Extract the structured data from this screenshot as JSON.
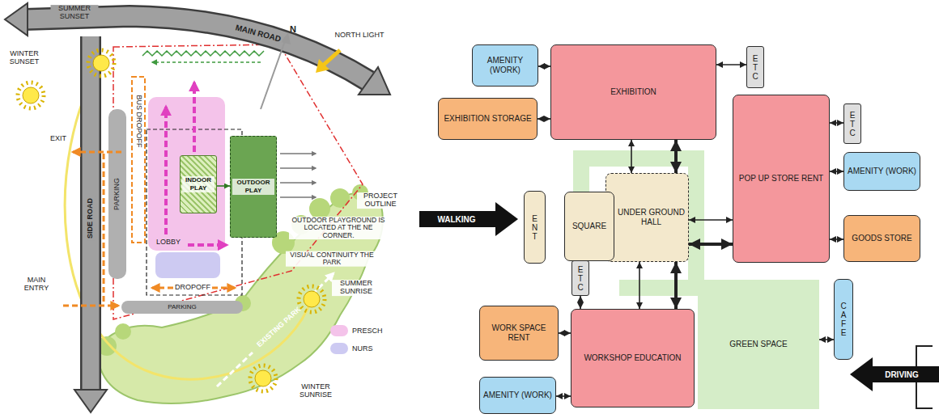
{
  "diagram": {
    "nodes": [
      {
        "text": [
          "INDOOR PLAY"
        ]
      },
      {
        "text": [
          "OUTDOOR PLAY"
        ]
      },
      {
        "text": [
          "AMENITY (WORK)"
        ]
      },
      {
        "text": [
          "EXHIBITION"
        ]
      },
      {
        "text": [
          "ETC"
        ]
      },
      {
        "text": [
          "EXHIBITION STORAGE"
        ]
      },
      {
        "text": [
          "POP UP STORE RENT"
        ]
      },
      {
        "text": [
          "ETC"
        ]
      },
      {
        "text": [
          "AMENITY (WORK)"
        ]
      },
      {
        "text": [
          "GOODS STORE"
        ]
      },
      {
        "text": [
          "ENT"
        ]
      },
      {
        "text": [
          "SQUARE"
        ]
      },
      {
        "text": [
          "UNDER GROUND HALL"
        ]
      },
      {
        "text": [
          "ETC"
        ]
      },
      {
        "text": [
          "WORK SPACE RENT"
        ]
      },
      {
        "text": [
          "WORKSHOP EDUCATION"
        ]
      },
      {
        "text": [
          "CAFE"
        ]
      },
      {
        "text": [
          "GREEN SPACE"
        ]
      },
      {
        "text": [
          "AMENITY (WORK)"
        ]
      }
    ],
    "edges": [
      {
        "from": 0,
        "to": 1,
        "arrow": "to"
      },
      {
        "from": 2,
        "to": 3,
        "arrow": "both"
      },
      {
        "from": 3,
        "to": 4,
        "arrow": "both"
      },
      {
        "from": 5,
        "to": 3,
        "arrow": "both"
      },
      {
        "from": 3,
        "to": 12,
        "arrow": "both"
      },
      {
        "from": 3,
        "to": 12,
        "arrow": "both"
      },
      {
        "from": 6,
        "to": 7,
        "arrow": "both"
      },
      {
        "from": 6,
        "to": 8,
        "arrow": "both"
      },
      {
        "from": 6,
        "to": 9,
        "arrow": "both"
      },
      {
        "from": 12,
        "to": 6,
        "arrow": "both"
      },
      {
        "from": 12,
        "to": 6,
        "arrow": "both"
      },
      {
        "from": 12,
        "to": 15,
        "arrow": "both"
      },
      {
        "from": 12,
        "to": 15,
        "arrow": "both"
      },
      {
        "from": 13,
        "to": 15,
        "arrow": "both"
      },
      {
        "from": 14,
        "to": 15,
        "arrow": "both"
      },
      {
        "from": 18,
        "to": 15,
        "arrow": "both"
      },
      {
        "from": 17,
        "to": 16,
        "arrow": "both"
      }
    ],
    "labels": [
      "SUMMER SUNSET",
      "WINTER SUNSET",
      "MAIN ROAD",
      "N",
      "NORTH LIGHT",
      "EXIT",
      "BUS DROPOFF",
      "PARKING",
      "SIDE ROAD",
      "PROJECT OUTLINE",
      "OUTDOOR PLAYGROUND IS LOCATED AT THE NE CORNER.",
      "VISUAL CONTINUITY THE PARK",
      "LOBBY",
      "DROPOFF",
      "PARKING",
      "MAIN ENTRY",
      "SUMMER SUNRISE",
      "EXISTING PARK",
      "WINTER SUNRISE",
      "WALKING",
      "DRIVING"
    ],
    "legend": [
      {
        "text": "PRESCH",
        "color": "#f4c3ea"
      },
      {
        "text": "NURS",
        "color": "#cdcaf2"
      }
    ]
  }
}
